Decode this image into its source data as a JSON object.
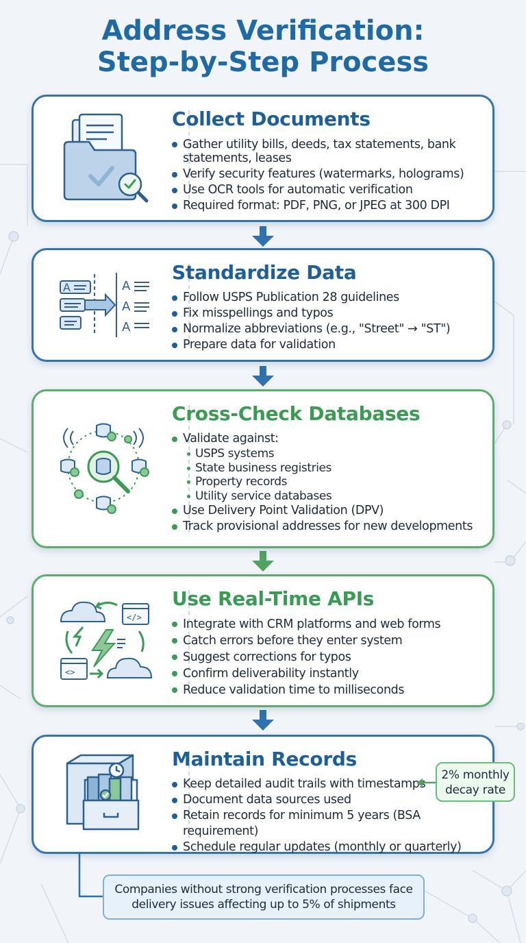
{
  "title": {
    "line1": "Address Verification:",
    "line2": "Step-by-Step Process"
  },
  "colors": {
    "blue_accent": "#1f5f97",
    "green_accent": "#3c9a57",
    "blue_border": "#3474ad",
    "green_border": "#5aae6c"
  },
  "steps": [
    {
      "title": "Collect Documents",
      "icon": "folder-documents-magnifier-icon",
      "items": [
        "Gather utility bills, deeds, tax statements, bank statements, leases",
        "Verify security features (watermarks, holograms)",
        "Use OCR tools for automatic verification",
        "Required format: PDF, PNG, or JPEG at 300 DPI"
      ]
    },
    {
      "title": "Standardize Data",
      "icon": "text-standardize-arrow-icon",
      "items": [
        "Follow USPS Publication 28 guidelines",
        "Fix misspellings and typos",
        "Normalize abbreviations (e.g., \"Street\" → \"ST\")",
        "Prepare data for validation"
      ]
    },
    {
      "title": "Cross-Check Databases",
      "icon": "database-network-magnifier-icon",
      "items": [
        "Validate against:"
      ],
      "subitems": [
        "USPS systems",
        "State business registries",
        "Property records",
        "Utility service databases"
      ],
      "items_after": [
        "Use Delivery Point Validation (DPV)",
        "Track provisional addresses for new developments"
      ]
    },
    {
      "title": "Use Real-Time APIs",
      "icon": "cloud-api-lightning-icon",
      "items": [
        "Integrate with CRM platforms and web forms",
        "Catch errors before they enter system",
        "Suggest corrections for typos",
        "Confirm deliverability instantly",
        "Reduce validation time to milliseconds"
      ]
    },
    {
      "title": "Maintain Records",
      "icon": "filing-cabinet-icon",
      "items": [
        "Keep detailed audit trails with timestamps",
        "Document data sources used",
        "Retain records for minimum 5 years (BSA requirement)",
        "Schedule regular updates (monthly or quarterly)"
      ]
    }
  ],
  "callout": {
    "line1": "2% monthly",
    "line2": "decay rate"
  },
  "footer": {
    "line1": "Companies without strong verification processes face",
    "line2": "delivery issues affecting up to 5% of shipments"
  }
}
